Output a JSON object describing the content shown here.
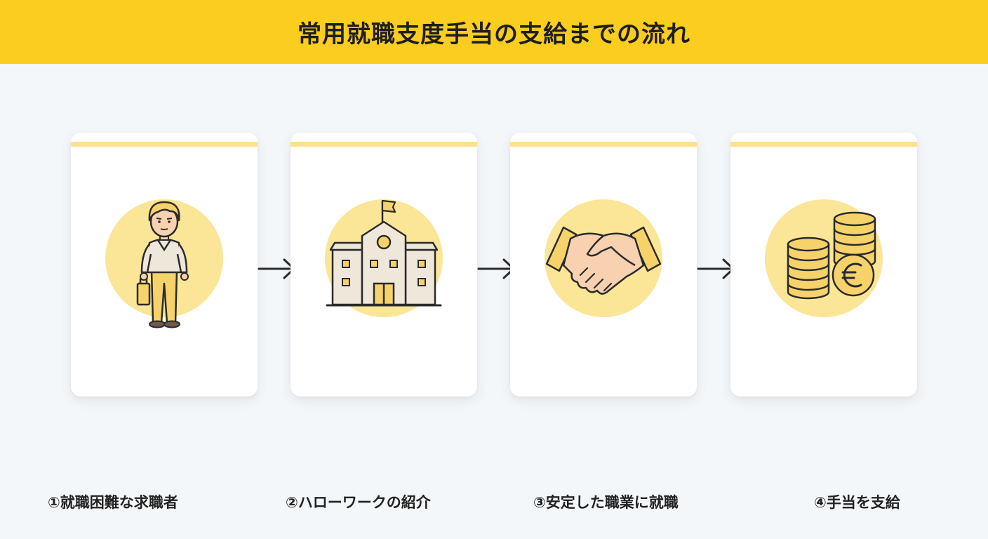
{
  "title": "常用就職支度手当の支給までの流れ",
  "colors": {
    "header_bg": "#fbcd1f",
    "accent_light": "#fae28e",
    "circle": "#fbe596",
    "icon_fill": "#f6d36a",
    "outline": "#2b2b2b",
    "page_bg": "#f4f7f9"
  },
  "steps": [
    {
      "label": "①就職困難な求職者",
      "icon": "job-seeker-person-icon"
    },
    {
      "label": "②ハローワークの紹介",
      "icon": "hello-work-building-icon"
    },
    {
      "label": "③安定した職業に就職",
      "icon": "handshake-icon"
    },
    {
      "label": "④手当を支給",
      "icon": "euro-coins-icon"
    }
  ]
}
